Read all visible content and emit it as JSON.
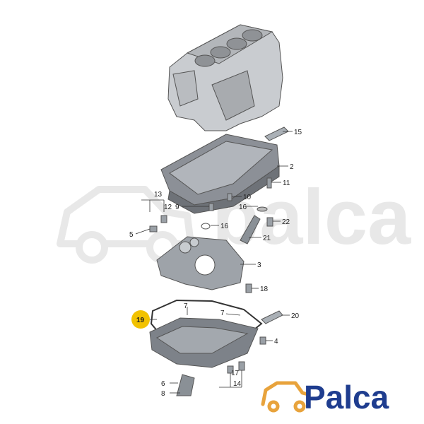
{
  "diagram": {
    "labels": [
      {
        "id": "15",
        "text": "15"
      },
      {
        "id": "2",
        "text": "2"
      },
      {
        "id": "11",
        "text": "11"
      },
      {
        "id": "10",
        "text": "10"
      },
      {
        "id": "13",
        "text": "13"
      },
      {
        "id": "9",
        "text": "9"
      },
      {
        "id": "16a",
        "text": "16"
      },
      {
        "id": "12",
        "text": "12"
      },
      {
        "id": "22",
        "text": "22"
      },
      {
        "id": "16b",
        "text": "16"
      },
      {
        "id": "5",
        "text": "5"
      },
      {
        "id": "21",
        "text": "21"
      },
      {
        "id": "3",
        "text": "3"
      },
      {
        "id": "18",
        "text": "18"
      },
      {
        "id": "7a",
        "text": "7"
      },
      {
        "id": "7b",
        "text": "7"
      },
      {
        "id": "20",
        "text": "20"
      },
      {
        "id": "19",
        "text": "19"
      },
      {
        "id": "4",
        "text": "4"
      },
      {
        "id": "17",
        "text": "17"
      },
      {
        "id": "14",
        "text": "14"
      },
      {
        "id": "6",
        "text": "6"
      },
      {
        "id": "8",
        "text": "8"
      }
    ],
    "highlight_label": "19",
    "highlight_color": "#f2c200"
  },
  "brand": {
    "name": "Palca",
    "watermark_text": "palca",
    "colors": {
      "text": "#1f3d8f",
      "icon": "#e8a33c",
      "watermark": "#e6e6e6"
    }
  }
}
